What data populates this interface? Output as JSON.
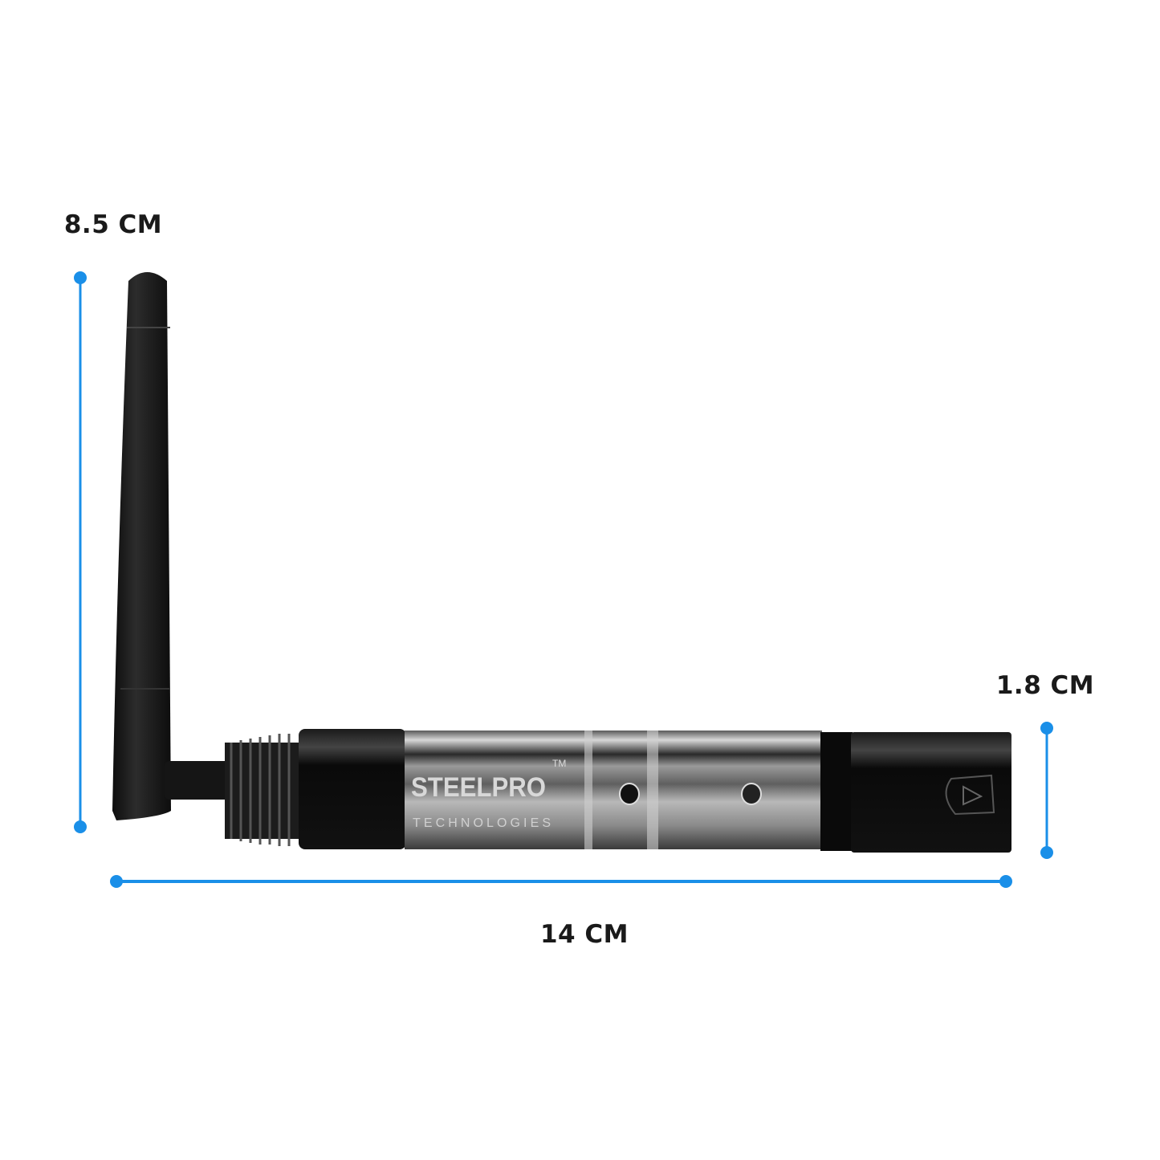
{
  "product": {
    "brand_logo": "STEELPRO",
    "brand_sub": "TECHNOLOGIES",
    "trademark": "TM"
  },
  "dimensions": {
    "height_label": "8.5 CM",
    "diameter_label": "1.8 CM",
    "length_label": "14 CM"
  },
  "colors": {
    "dimension_line": "#1a8fe8",
    "label_text": "#1a1a1a"
  }
}
